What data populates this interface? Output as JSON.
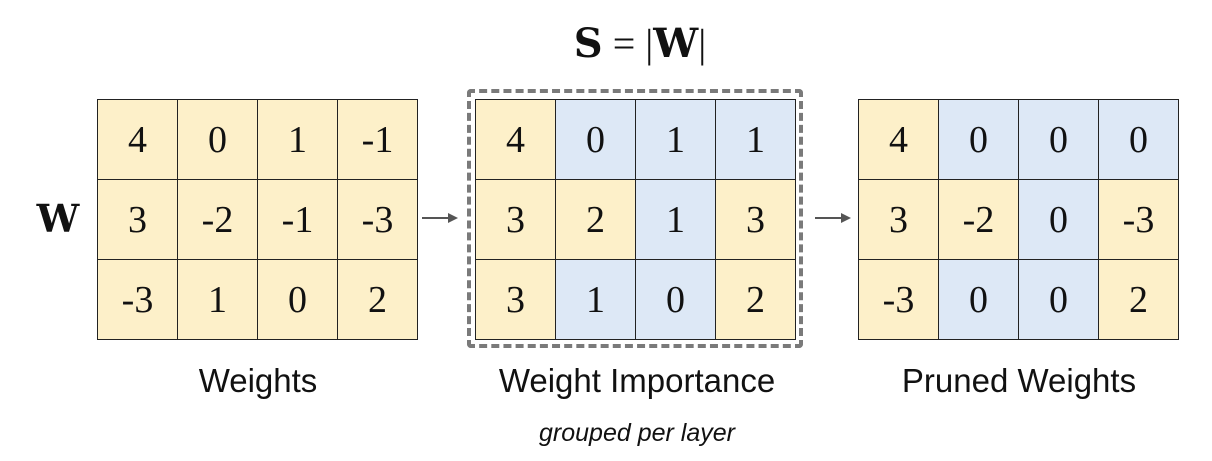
{
  "formula": {
    "lhs": "S",
    "eq": " = |",
    "rhs": "W",
    "close": "|"
  },
  "matrix_label": "W",
  "colors": {
    "keep": "#fdf0c9",
    "prune": "#dde8f6",
    "border": "#222222",
    "dash": "#7a7a7a",
    "arrow": "#555555"
  },
  "panels": [
    {
      "id": "weights",
      "caption": "Weights",
      "values": [
        [
          "4",
          "0",
          "1",
          "-1"
        ],
        [
          "3",
          "-2",
          "-1",
          "-3"
        ],
        [
          "-3",
          "1",
          "0",
          "2"
        ]
      ],
      "shade": [
        [
          "keep",
          "keep",
          "keep",
          "keep"
        ],
        [
          "keep",
          "keep",
          "keep",
          "keep"
        ],
        [
          "keep",
          "keep",
          "keep",
          "keep"
        ]
      ]
    },
    {
      "id": "importance",
      "caption": "Weight Importance",
      "subcaption": "grouped per layer",
      "values": [
        [
          "4",
          "0",
          "1",
          "1"
        ],
        [
          "3",
          "2",
          "1",
          "3"
        ],
        [
          "3",
          "1",
          "0",
          "2"
        ]
      ],
      "shade": [
        [
          "keep",
          "prune",
          "prune",
          "prune"
        ],
        [
          "keep",
          "keep",
          "prune",
          "keep"
        ],
        [
          "keep",
          "prune",
          "prune",
          "keep"
        ]
      ]
    },
    {
      "id": "pruned",
      "caption": "Pruned Weights",
      "values": [
        [
          "4",
          "0",
          "0",
          "0"
        ],
        [
          "3",
          "-2",
          "0",
          "-3"
        ],
        [
          "-3",
          "0",
          "0",
          "2"
        ]
      ],
      "shade": [
        [
          "keep",
          "prune",
          "prune",
          "prune"
        ],
        [
          "keep",
          "keep",
          "prune",
          "keep"
        ],
        [
          "keep",
          "prune",
          "prune",
          "keep"
        ]
      ]
    }
  ]
}
